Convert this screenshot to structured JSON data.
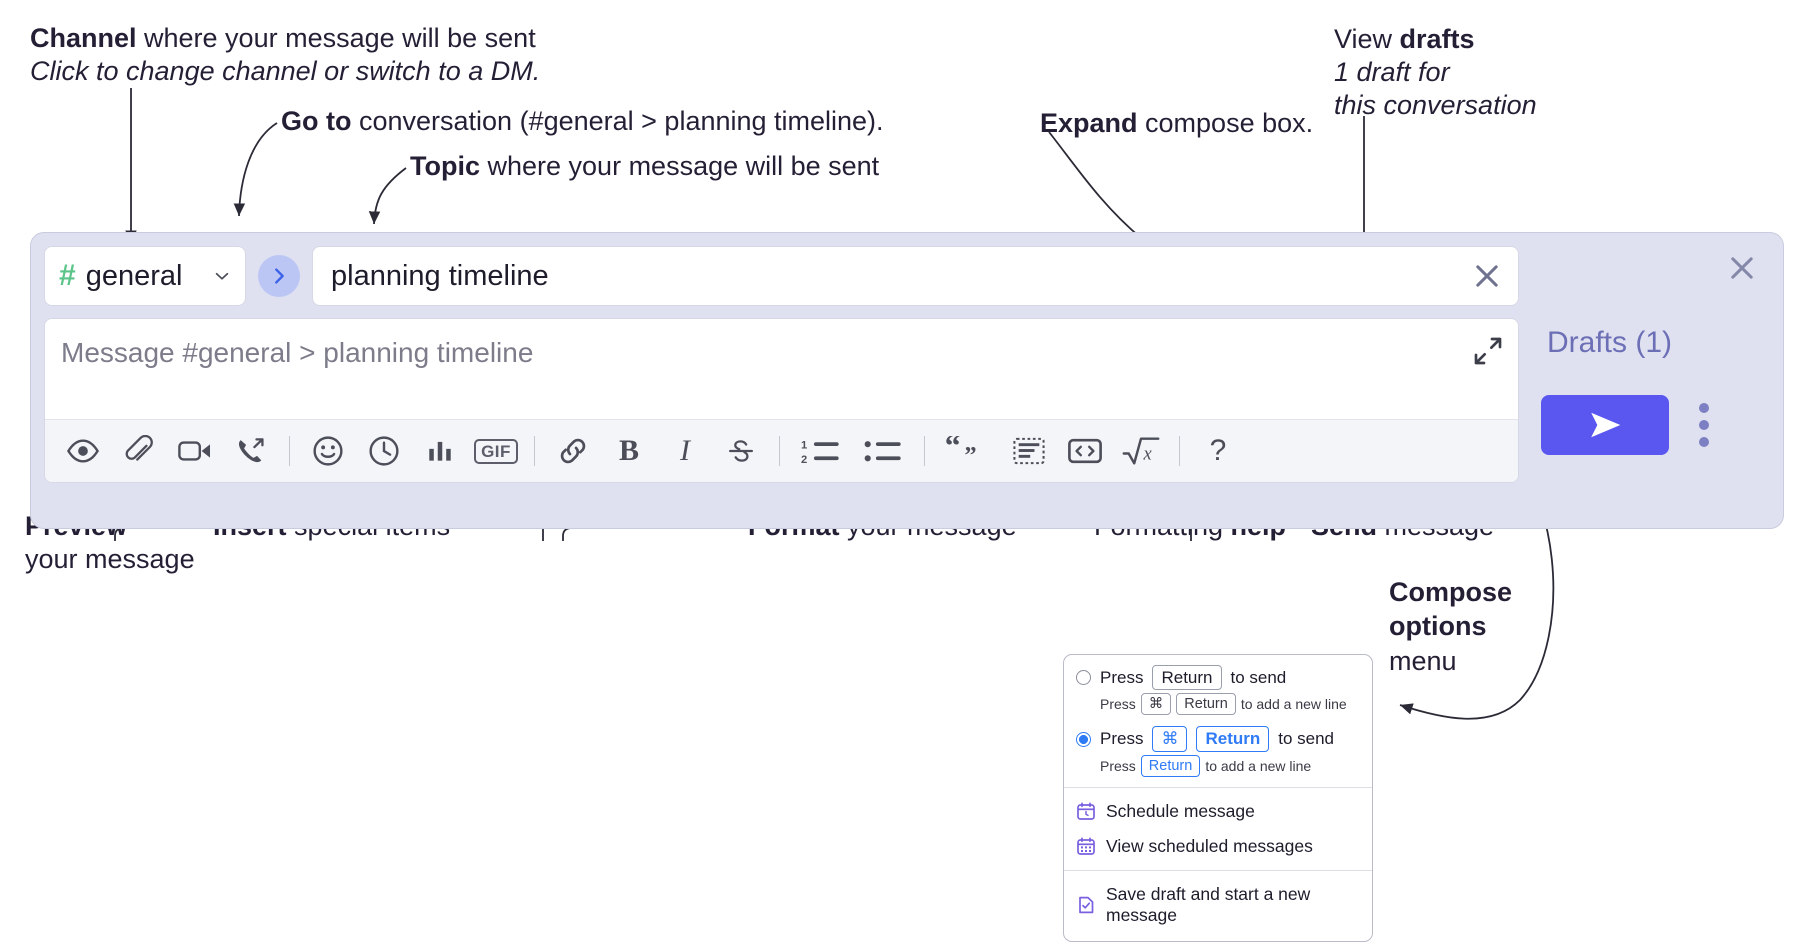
{
  "annotations": {
    "channel": {
      "line1_bold": "Channel",
      "line1_rest": " where your message will be sent",
      "line2_italic": "Click to change channel or switch to a DM."
    },
    "goto": {
      "bold": "Go to",
      "rest": " conversation (#general > planning timeline)."
    },
    "topic": {
      "bold": "Topic",
      "rest": " where your message will be sent"
    },
    "expand": {
      "bold": "Expand",
      "rest": " compose box."
    },
    "drafts": {
      "line1_plain": "View ",
      "line1_bold": "drafts",
      "line2_italic": "1 draft for",
      "line3_italic": "this conversation"
    },
    "preview": {
      "bold": "Preview",
      "line2": "your message"
    },
    "insert": {
      "bold": "Insert",
      "rest": " special items"
    },
    "format": {
      "bold": "Format",
      "rest": " your message"
    },
    "help": {
      "plain": "Formatting ",
      "bold": "help"
    },
    "send": {
      "bold": "Send",
      "rest": " message"
    },
    "compose_options": {
      "line1": "Compose",
      "line2": "options",
      "line3": "menu"
    }
  },
  "compose": {
    "channel_button": {
      "hash": "#",
      "name": "general"
    },
    "go_button_label": "›",
    "topic": {
      "value": "planning timeline"
    },
    "message": {
      "placeholder": "Message #general > planning timeline",
      "value": ""
    },
    "drafts_link": "Drafts (1)",
    "toolbar": [
      {
        "name": "preview-icon",
        "label": "Preview"
      },
      {
        "name": "attachment-icon",
        "label": "Attach file"
      },
      {
        "name": "video-icon",
        "label": "Record video clip"
      },
      {
        "name": "audio-call-icon",
        "label": "Record audio clip"
      },
      {
        "name": "separator",
        "label": ""
      },
      {
        "name": "emoji-icon",
        "label": "Emoji"
      },
      {
        "name": "clock-icon",
        "label": "Reminder"
      },
      {
        "name": "poll-icon",
        "label": "Poll"
      },
      {
        "name": "gif-icon",
        "label": "GIF"
      },
      {
        "name": "separator",
        "label": ""
      },
      {
        "name": "link-icon",
        "label": "Link"
      },
      {
        "name": "bold-icon",
        "label": "B"
      },
      {
        "name": "italic-icon",
        "label": "I"
      },
      {
        "name": "strikethrough-icon",
        "label": "S"
      },
      {
        "name": "separator",
        "label": ""
      },
      {
        "name": "ordered-list-icon",
        "label": "Numbered list"
      },
      {
        "name": "bulleted-list-icon",
        "label": "Bulleted list"
      },
      {
        "name": "separator",
        "label": ""
      },
      {
        "name": "quote-icon",
        "label": "Blockquote"
      },
      {
        "name": "code-block-icon",
        "label": "Code block"
      },
      {
        "name": "inline-code-icon",
        "label": "Code"
      },
      {
        "name": "math-icon",
        "label": "Math"
      },
      {
        "name": "separator",
        "label": ""
      },
      {
        "name": "help-icon",
        "label": "?"
      }
    ]
  },
  "options_menu": {
    "option_1": {
      "selected": false,
      "main_prefix": "Press",
      "main_key": "Return",
      "main_suffix": "to send",
      "sub_prefix": "Press",
      "sub_key1": "⌘",
      "sub_key2": "Return",
      "sub_suffix": "to add a new line"
    },
    "option_2": {
      "selected": true,
      "main_prefix": "Press",
      "main_key1": "⌘",
      "main_key2": "Return",
      "main_suffix": "to send",
      "sub_prefix": "Press",
      "sub_key": "Return",
      "sub_suffix": "to add a new line"
    },
    "items": [
      {
        "icon": "calendar-clock-icon",
        "label": "Schedule message"
      },
      {
        "icon": "calendar-grid-icon",
        "label": "View scheduled messages"
      },
      {
        "icon": "save-draft-icon",
        "label": "Save draft and start a new message"
      }
    ]
  },
  "colors": {
    "panel_bg": "#dfe1f0",
    "accent_send": "#5a56f0",
    "hash_green": "#5bc489",
    "drafts_purple": "#6c6fb5",
    "go_button_bg": "#bcc6f5",
    "key_blue": "#2f7bf6"
  }
}
